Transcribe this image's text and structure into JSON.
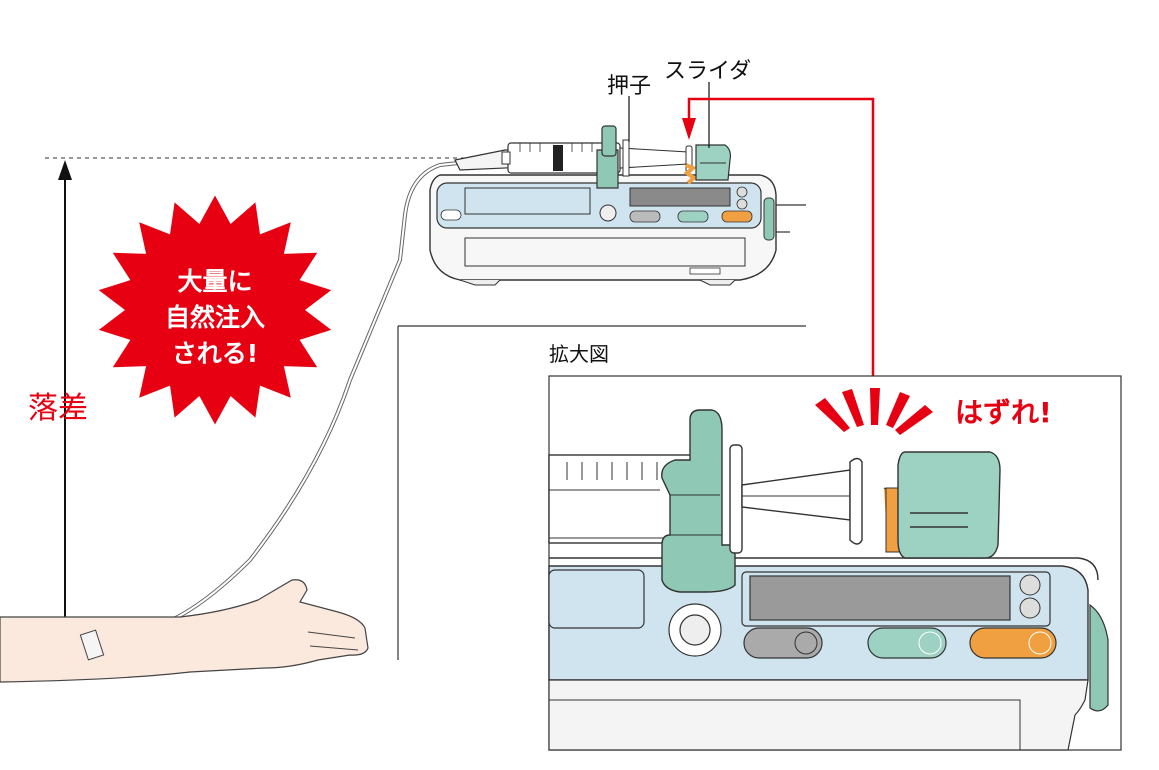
{
  "labels": {
    "plunger": "押子",
    "slider": "スライダ",
    "height_difference": "落差",
    "magnified_view": "拡大図",
    "detached": "はずれ!"
  },
  "burst": {
    "line1": "大量に",
    "line2": "自然注入",
    "line3": "される!"
  },
  "colors": {
    "accent_red": "#e60012",
    "pump_body": "#cfe4ee",
    "pump_trim": "#a9cbd9",
    "plunger_green": "#8fc9b6",
    "slider_green": "#9dd2c2",
    "spring_orange": "#f0a040",
    "display_gray": "#9a9a9a",
    "skin": "#fbe9dd"
  },
  "icons": {
    "burst": "starburst-icon",
    "arrow": "double-arrow-icon",
    "alarm": "alarm-lines-icon"
  }
}
